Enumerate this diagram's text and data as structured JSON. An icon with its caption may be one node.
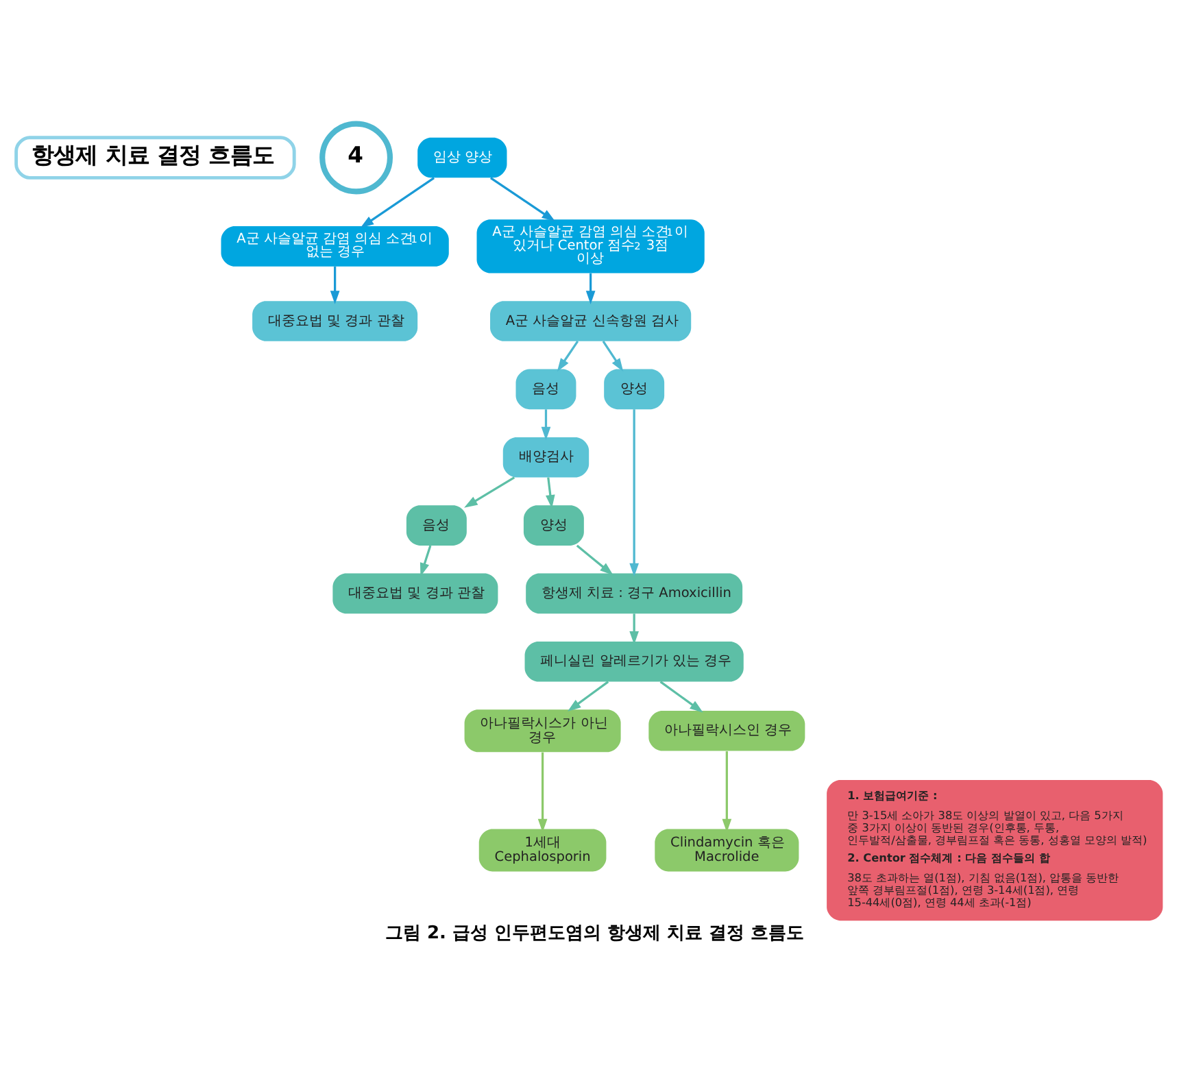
{
  "diagram": {
    "title": "항생제 치료 결정 흐름도",
    "caption": "그림 2. 급성 인두편도염의 항생제 치료 결정 흐름도",
    "nodes": [
      {
        "text": [
          "임상 양상"
        ]
      },
      {
        "text": [
          "A군 사슬알균 감염 의심 소견$^{1}$이 없는 경우"
        ]
      },
      {
        "text": [
          "A군 사슬알균 감염 의심 소견$^{1}$이 있거나 Centor 점수$^{2}$ 3점 이상"
        ]
      },
      {
        "text": [
          "대중요법 및 경과 관찰"
        ]
      },
      {
        "text": [
          "A군 사슬알균 신속항원 검사"
        ]
      },
      {
        "text": [
          "음성"
        ]
      },
      {
        "text": [
          "양성"
        ]
      },
      {
        "text": [
          "배양검사"
        ]
      },
      {
        "text": [
          "음성"
        ]
      },
      {
        "text": [
          "양성"
        ]
      },
      {
        "text": [
          "항생제 치료 : 경구 Amoxicillin"
        ]
      },
      {
        "text": [
          "대중요법 및 경과 관찰"
        ]
      },
      {
        "text": [
          "페니실린 알레르기가 있는 경우"
        ]
      },
      {
        "text": [
          "아나필락시스가 아닌 경우"
        ]
      },
      {
        "text": [
          "아나필락시스인 경우"
        ]
      },
      {
        "text": [
          "1세대 Cephalosporin"
        ]
      },
      {
        "text": [
          "Clindamycin 혹은 Macrolide"
        ]
      },
      {
        "text": [
          "1. 보험급여기준 :",
          "만 3-15세 소아가 38도 이상의 발열이 있고, 다음 5가지 중 3가지 이상이 동반된 경우(인후통, 두통, 인두발적/삼출물, 경부림프절 혹은 동통, 성홍열 모양의 발적)",
          "2. Centor 점수체계 : 다음 점수들의 합",
          "38도 초과하는 열(1점), 기침 없음(1점), 압통을 동반한 앞쪽 경부림프절(1점), 연령 3-14세(1점), 연령 15-44세(0점), 연령 44세 초과(-1점)"
        ]
      }
    ],
    "edges": [
      {
        "from": 0,
        "to": 1,
        "arrow": "to",
        "color": "#1a9ad6"
      },
      {
        "from": 0,
        "to": 2,
        "arrow": "to",
        "color": "#1a9ad6"
      },
      {
        "from": 1,
        "to": 3,
        "arrow": "to",
        "color": "#1a9ad6"
      },
      {
        "from": 2,
        "to": 4,
        "arrow": "to",
        "color": "#1a9ad6"
      },
      {
        "from": 4,
        "to": 5,
        "arrow": "to",
        "color": "#4fb8d0"
      },
      {
        "from": 4,
        "to": 6,
        "arrow": "to",
        "color": "#4fb8d0"
      },
      {
        "from": 5,
        "to": 7,
        "arrow": "to",
        "color": "#4fb8d0"
      },
      {
        "from": 7,
        "to": 8,
        "arrow": "to",
        "color": "#5dbfa6"
      },
      {
        "from": 7,
        "to": 9,
        "arrow": "to",
        "color": "#5dbfa6"
      },
      {
        "from": 8,
        "to": 11,
        "arrow": "to",
        "color": "#5dbfa6"
      },
      {
        "from": 9,
        "to": 10,
        "arrow": "to",
        "color": "#5dbfa6"
      },
      {
        "from": 6,
        "to": 10,
        "arrow": "to",
        "color": "#4fb8d0"
      },
      {
        "from": 10,
        "to": 12,
        "arrow": "to",
        "color": "#5dbfa6"
      },
      {
        "from": 12,
        "to": 13,
        "arrow": "to",
        "color": "#5dbfa6"
      },
      {
        "from": 12,
        "to": 14,
        "arrow": "to",
        "color": "#5dbfa6"
      },
      {
        "from": 13,
        "to": 15,
        "arrow": "to",
        "color": "#8cc96a"
      },
      {
        "from": 14,
        "to": 16,
        "arrow": "to",
        "color": "#8cc96a"
      }
    ],
    "labels": [
      "4"
    ]
  }
}
